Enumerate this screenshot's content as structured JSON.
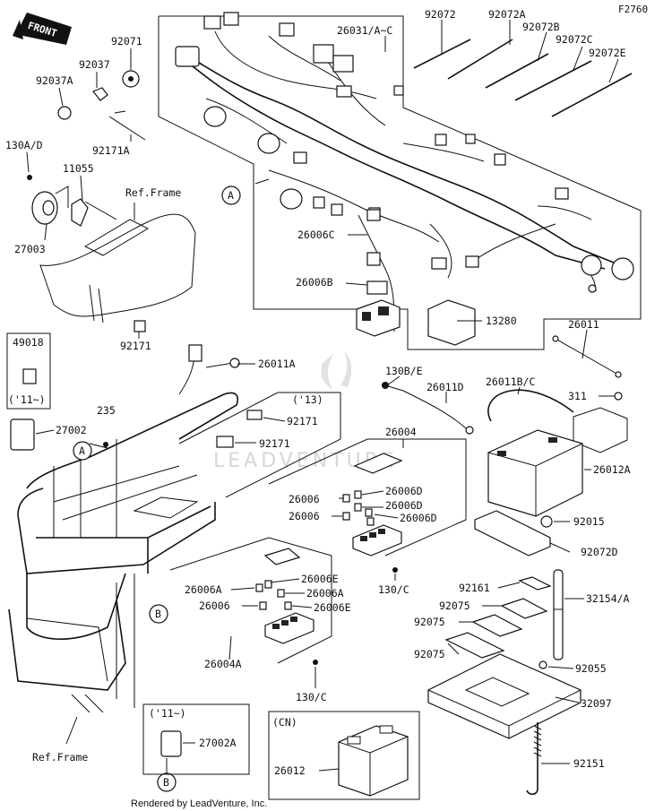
{
  "diagram_code": "F2760",
  "front_label": "FRONT",
  "watermark": "LEADVENTURE",
  "credit": "Rendered by LeadVenture, Inc.",
  "callouts": {
    "A": "A",
    "B": "B"
  },
  "labels": {
    "p26031": "26031/A~C",
    "p92072": "92072",
    "p92072A": "92072A",
    "p92072B": "92072B",
    "p92072C": "92072C",
    "p92072E": "92072E",
    "p92071": "92071",
    "p92037": "92037",
    "p92037A": "92037A",
    "p92171A": "92171A",
    "p130AD": "130A/D",
    "p11055": "11055",
    "refframe_top": "Ref.Frame",
    "p27003": "27003",
    "p26006C": "26006C",
    "p26006B": "26006B",
    "p13280": "13280",
    "p26011": "26011",
    "p49018": "49018",
    "p11a": "('11~)",
    "p92171": "92171",
    "p26011A": "26011A",
    "p130BE": "130B/E",
    "p26011D": "26011D",
    "p26011BC": "26011B/C",
    "p311": "311",
    "p235": "235",
    "p27002": "27002",
    "p13": "('13)",
    "p92171_b": "92171",
    "p92171_c": "92171",
    "p26004": "26004",
    "p26012A": "26012A",
    "p26006_a": "26006",
    "p26006D_a": "26006D",
    "p26006D_b": "26006D",
    "p26006_b": "26006",
    "p26006D_c": "26006D",
    "p92015": "92015",
    "p92072D": "92072D",
    "p130C_a": "130/C",
    "p26006E_a": "26006E",
    "p26006A_a": "26006A",
    "p26006A_b": "26006A",
    "p26006_c": "26006",
    "p26006E_b": "26006E",
    "p92161": "92161",
    "p32154A": "32154/A",
    "p92075_a": "92075",
    "p92075_b": "92075",
    "p92075_c": "92075",
    "p26004A": "26004A",
    "p92055": "92055",
    "p130C_b": "130/C",
    "p32097": "32097",
    "p11b": "('11~)",
    "p27002A": "27002A",
    "cn": "(CN)",
    "p26012": "26012",
    "p92151": "92151",
    "refframe_bottom": "Ref.Frame"
  }
}
